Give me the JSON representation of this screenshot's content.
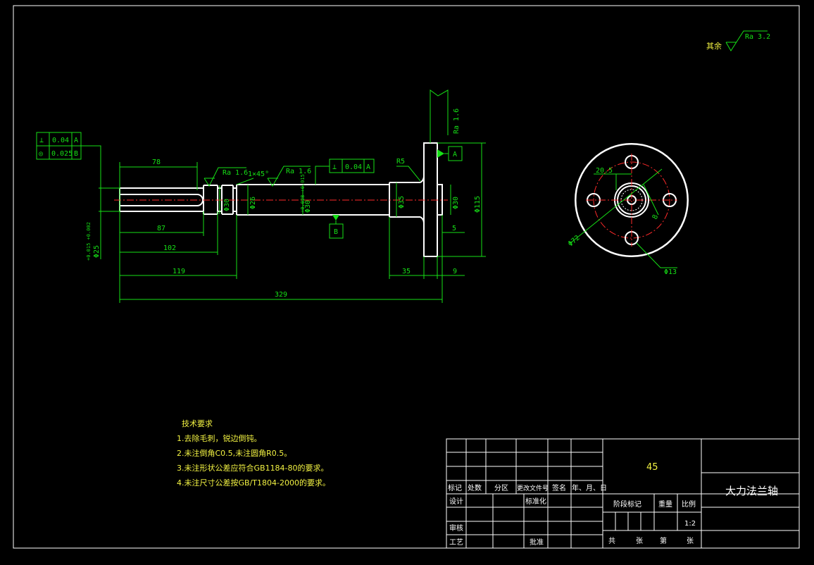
{
  "drawing": {
    "surface_finish_other": {
      "label": "其余",
      "value": "Ra 3.2"
    },
    "gdt_left": [
      {
        "symbol": "⊥",
        "tolerance": "0.04",
        "datum": "A"
      },
      {
        "symbol": "◎",
        "tolerance": "0.025",
        "datum": "B"
      }
    ],
    "gdt_mid": {
      "symbol": "⊥",
      "tolerance": "0.04",
      "datum": "A"
    },
    "datum_a": "A",
    "datum_b": "B",
    "roughness_1": "Ra 1.6",
    "roughness_2": "Ra 1.6",
    "roughness_3": "Ra 1.6",
    "chamfer": "1×45°",
    "fillet": "R5",
    "dims": {
      "d78": "78",
      "d87": "87",
      "d102": "102",
      "d119": "119",
      "d329": "329",
      "d35": "35",
      "d9": "9",
      "d5": "5",
      "dia25": "Φ25",
      "dia25_tol": "+0.015 +0.002",
      "dia30a": "Φ30",
      "dia26": "Φ26",
      "dia30b": "Φ30",
      "dia30b_tol": "+0.028 +0.015",
      "dia35": "Φ35",
      "dia30c": "Φ30",
      "dia115": "Φ115",
      "dim20_5": "20.5",
      "dim8": "8",
      "dia72": "Φ72",
      "dia13": "Φ13"
    }
  },
  "tech_requirements": {
    "title": "技术要求",
    "items": [
      "1.去除毛刺，锐边倒钝。",
      "2.未注倒角C0.5,未注圆角R0.5。",
      "3.未注形状公差应符合GB1184-80的要求。",
      "4.未注尺寸公差按GB/T1804-2000的要求。"
    ]
  },
  "title_block": {
    "material": "45",
    "part_name": "大力法兰轴",
    "headers": [
      "标记",
      "处数",
      "分区",
      "更改文件号",
      "签名",
      "年、月、日"
    ],
    "row_labels": [
      "设计",
      "审核",
      "工艺"
    ],
    "std_label": "标准化",
    "approve_label": "批准",
    "stage_label": "阶段标记",
    "weight_label": "重量",
    "scale_label": "比例",
    "scale_value": "1:2",
    "sheet_total": "共",
    "sheet_unit": "张",
    "sheet_no": "第",
    "sheet_unit2": "张"
  }
}
